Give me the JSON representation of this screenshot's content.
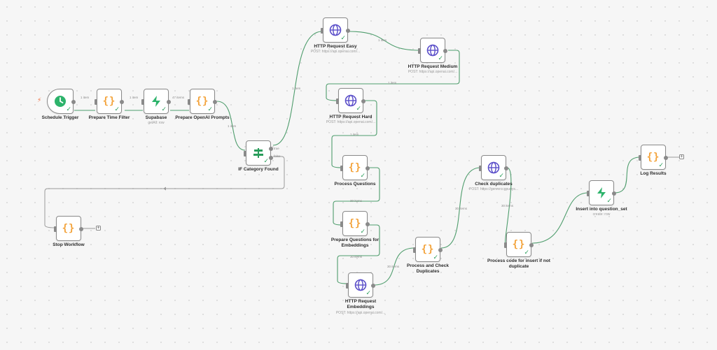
{
  "nodes": {
    "schedule_trigger": {
      "label": "Schedule Trigger",
      "icon": "clock-icon"
    },
    "prepare_time_filter": {
      "label": "Prepare Time Filter",
      "icon": "code-icon"
    },
    "supabase": {
      "label": "Supabase",
      "sub": "getAll: row",
      "icon": "supabase-icon"
    },
    "prepare_openai_prompts": {
      "label": "Prepare OpenAI Prompts",
      "icon": "code-icon"
    },
    "if_category_found": {
      "label": "IF Category Found",
      "icon": "if-icon",
      "true_label": "true",
      "false_label": "false"
    },
    "stop_workflow": {
      "label": "Stop Workflow",
      "icon": "code-icon"
    },
    "http_easy": {
      "label": "HTTP Request Easy",
      "sub": "POST: https://api.openai.com/...",
      "icon": "globe-icon"
    },
    "http_medium": {
      "label": "HTTP Request Medium",
      "sub": "POST: https://api.openai.com/...",
      "icon": "globe-icon"
    },
    "http_hard": {
      "label": "HTTP Request Hard",
      "sub": "POST: https://api.openai.com/...",
      "icon": "globe-icon"
    },
    "process_questions": {
      "label": "Process Questions",
      "icon": "code-icon"
    },
    "prepare_questions_embeddings": {
      "label": "Prepare Questions for Embeddings",
      "icon": "code-icon"
    },
    "http_embeddings": {
      "label": "HTTP Request Embeddings",
      "sub": "POST: https://api.openai.com/...",
      "icon": "globe-icon"
    },
    "process_check_duplicates": {
      "label": "Process and Check Duplicates",
      "icon": "code-icon"
    },
    "check_duplicates": {
      "label": "Check duplicates",
      "sub": "POST: https://gervxrccgpuuys...",
      "icon": "globe-icon"
    },
    "process_code_insert": {
      "label": "Process code for insert if not duplicate",
      "icon": "code-icon"
    },
    "insert_question_set": {
      "label": "Insert into question_set",
      "sub": "create: row",
      "icon": "supabase-icon"
    },
    "log_results": {
      "label": "Log Results",
      "icon": "code-icon"
    }
  },
  "edges": {
    "e1": "1 item",
    "e2": "1 item",
    "e3": "47 items",
    "e4": "1 item",
    "e5": "1 item",
    "e6": "1 item",
    "e7": "1 item",
    "e8": "1 item",
    "e9": "30 items",
    "e10": "30 items",
    "e11": "30 items",
    "e12": "30 items",
    "e13": "30 items"
  },
  "colors": {
    "edge_success": "#4f9d6d",
    "edge_neutral": "#9a9a9a",
    "check": "#2a9d5b",
    "code": "#f3a33b",
    "globe": "#5b4fc9",
    "bolt": "#2db36b"
  }
}
